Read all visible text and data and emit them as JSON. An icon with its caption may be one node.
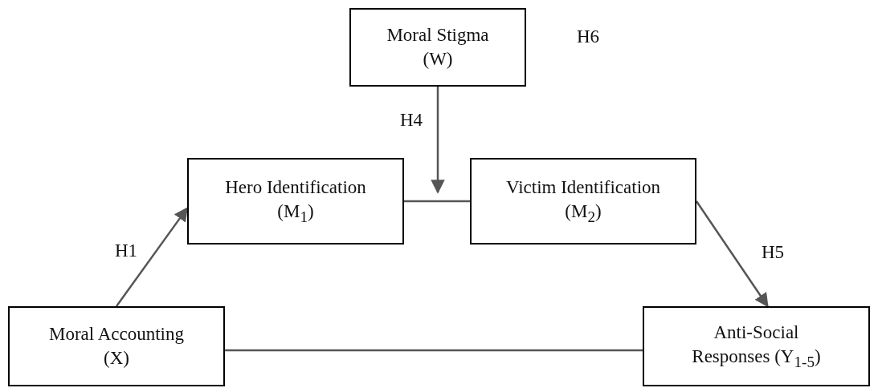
{
  "diagram": {
    "nodes": [
      {
        "text": [
          "Moral Stigma (W)"
        ]
      },
      {
        "text": [
          "Hero Identification (M$_{1}$)"
        ]
      },
      {
        "text": [
          "Victim Identification (M$_{2}$)"
        ]
      },
      {
        "text": [
          "Moral Accounting (X)"
        ]
      },
      {
        "text": [
          "Anti-Social Responses (Y$_{1-5}$)"
        ]
      }
    ],
    "edges": [
      {
        "from": 0,
        "to": null,
        "arrow": "to",
        "label": "H4"
      },
      {
        "from": 1,
        "to": 2,
        "arrow": "none"
      },
      {
        "from": 3,
        "to": 1,
        "arrow": "to",
        "label": "H1"
      },
      {
        "from": 2,
        "to": 4,
        "arrow": "to",
        "label": "H5"
      },
      {
        "from": 3,
        "to": 4,
        "arrow": "none"
      }
    ],
    "labels": [
      "H6"
    ]
  }
}
